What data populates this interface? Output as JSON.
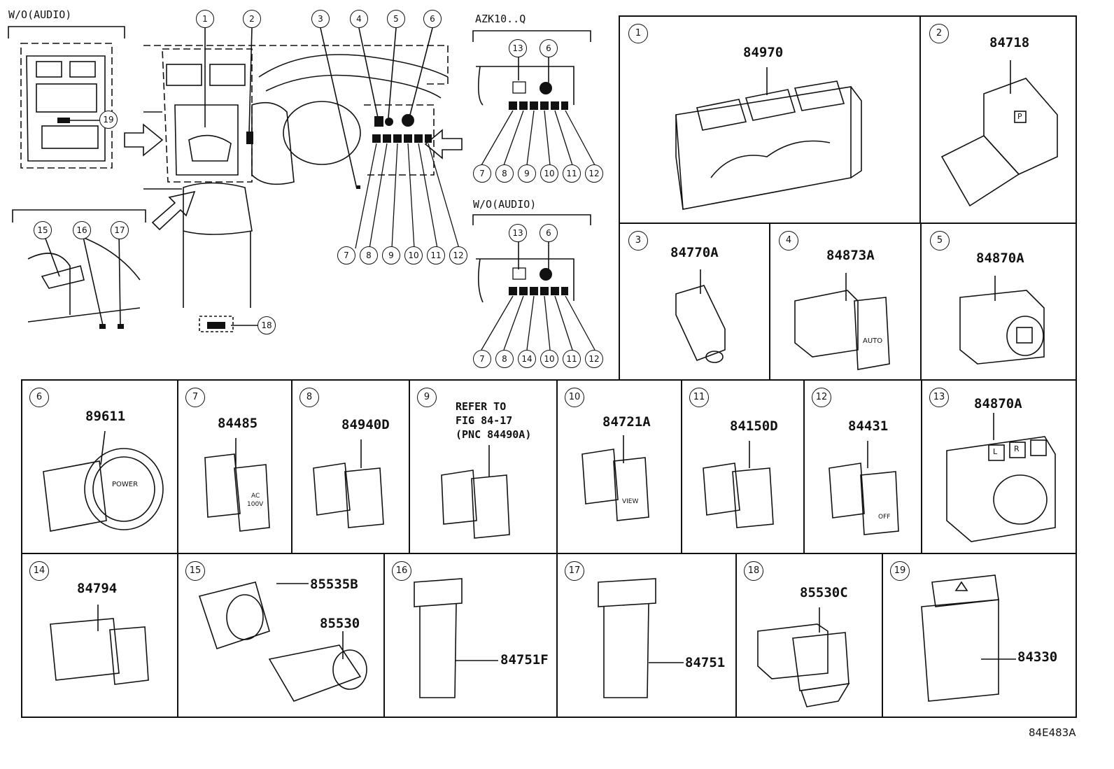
{
  "overview": {
    "wo_audio_label": "W/O(AUDIO)",
    "azk_label": "AZK10..Q",
    "wo_audio_label_2": "W/O(AUDIO)",
    "callouts_top": [
      "1",
      "2",
      "3",
      "4",
      "5",
      "6"
    ],
    "callout_19": "19",
    "callouts_console": [
      "15",
      "16",
      "17"
    ],
    "callout_18": "18",
    "row_main": [
      "7",
      "8",
      "9",
      "10",
      "11",
      "12"
    ],
    "azk_top": [
      "13",
      "6"
    ],
    "azk_row": [
      "7",
      "8",
      "9",
      "10",
      "11",
      "12"
    ],
    "woa_top": [
      "13",
      "6"
    ],
    "woa_row": [
      "7",
      "8",
      "14",
      "10",
      "11",
      "12"
    ]
  },
  "parts": [
    {
      "index": "1",
      "part": "84970"
    },
    {
      "index": "2",
      "part": "84718"
    },
    {
      "index": "3",
      "part": "84770A"
    },
    {
      "index": "4",
      "part": "84873A"
    },
    {
      "index": "5",
      "part": "84870A"
    },
    {
      "index": "6",
      "part": "89611"
    },
    {
      "index": "7",
      "part": "84485"
    },
    {
      "index": "8",
      "part": "84940D"
    },
    {
      "index": "9",
      "part": "REFER TO\nFIG 84-17\n(PNC 84490A)"
    },
    {
      "index": "10",
      "part": "84721A"
    },
    {
      "index": "11",
      "part": "84150D"
    },
    {
      "index": "12",
      "part": "84431"
    },
    {
      "index": "13",
      "part": "84870A"
    },
    {
      "index": "14",
      "part": "84794"
    },
    {
      "index": "15",
      "part": "85535B",
      "part2": "85530"
    },
    {
      "index": "16",
      "part": "84751F"
    },
    {
      "index": "17",
      "part": "84751"
    },
    {
      "index": "18",
      "part": "85530C"
    },
    {
      "index": "19",
      "part": "84330"
    }
  ],
  "switch_text": {
    "power": "POWER",
    "ac": "AC",
    "v100": "100V",
    "view": "VIEW",
    "auto": "AUTO",
    "off": "OFF",
    "l": "L",
    "r": "R",
    "p": "P"
  },
  "footer_code": "84E483A"
}
